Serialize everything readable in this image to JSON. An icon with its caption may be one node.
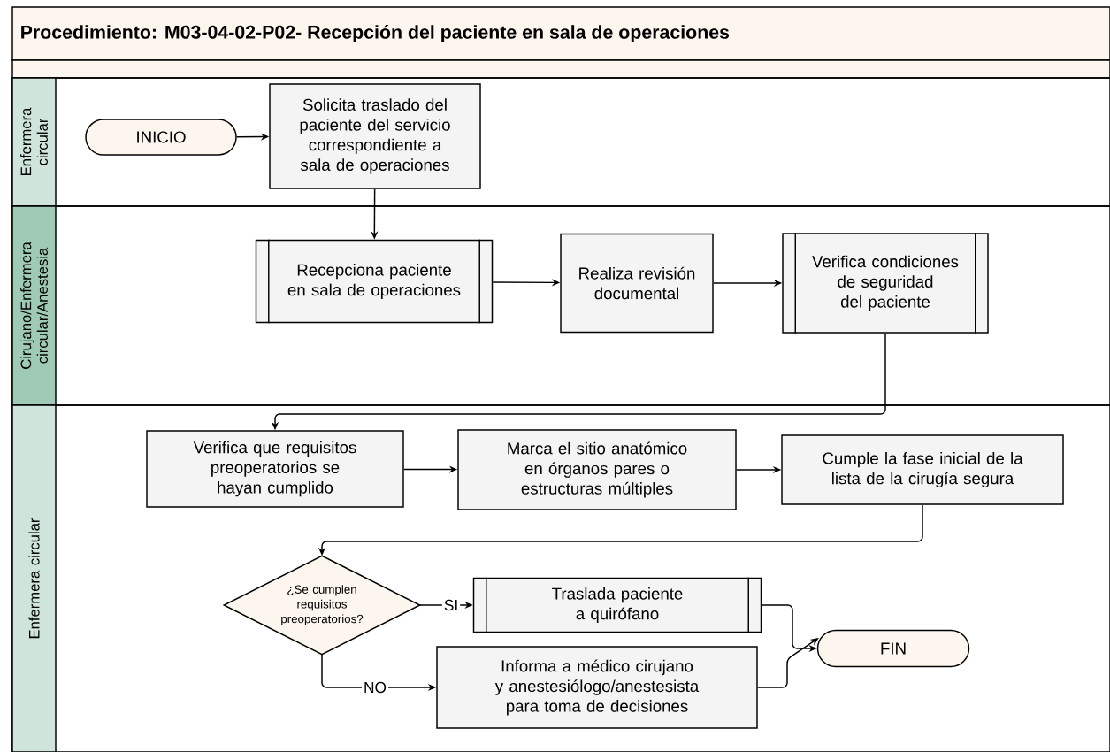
{
  "diagram": {
    "title": "Procedimiento: M03-04-02-P02- Recepción del paciente en sala de operaciones",
    "nodes": [
      {
        "text": [
          "Enfermera circular"
        ]
      },
      {
        "text": [
          "INICIO"
        ],
        "in": 0
      },
      {
        "text": [
          "Solicita traslado del paciente del servicio correspondiente a sala de operaciones"
        ],
        "in": 0
      },
      {
        "text": [
          "Cirujano/Enfermera circular/Anestesia"
        ]
      },
      {
        "text": [
          "Recepciona paciente en sala de operaciones"
        ],
        "in": 3
      },
      {
        "text": [
          "Realiza revisión documental"
        ],
        "in": 3
      },
      {
        "text": [
          "Verifica condiciones de seguridad del paciente"
        ],
        "in": 3
      },
      {
        "text": [
          "Enfermera circular"
        ]
      },
      {
        "text": [
          "Verifica que requisitos preoperatorios se hayan cumplido"
        ],
        "in": 7
      },
      {
        "text": [
          "Marca el sitio anatómico en órganos pares o estructuras múltiples"
        ],
        "in": 7
      },
      {
        "text": [
          "Cumple la fase inicial de la lista de la cirugía segura"
        ],
        "in": 7
      },
      {
        "text": [
          "¿Se cumplen requisitos preoperatorios?"
        ],
        "in": 7
      },
      {
        "text": [
          "Traslada paciente a quirófano"
        ],
        "in": 7
      },
      {
        "text": [
          "Informa a médico cirujano y anestesiólogo/anestesista para toma de decisiones"
        ],
        "in": 7
      },
      {
        "text": [
          "FIN"
        ],
        "in": 7
      }
    ],
    "edges": [
      {
        "from": 1,
        "to": 2,
        "arrow": "to"
      },
      {
        "from": 2,
        "to": 4,
        "arrow": "to"
      },
      {
        "from": 4,
        "to": 5,
        "arrow": "to"
      },
      {
        "from": 5,
        "to": 6,
        "arrow": "to"
      },
      {
        "from": 6,
        "to": 8,
        "arrow": "to"
      },
      {
        "from": 8,
        "to": 9,
        "arrow": "to"
      },
      {
        "from": 9,
        "to": 10,
        "arrow": "to"
      },
      {
        "from": 10,
        "to": 11,
        "arrow": "to"
      },
      {
        "from": 11,
        "to": 12,
        "arrow": "to",
        "label": "SI"
      },
      {
        "from": 11,
        "to": 13,
        "arrow": "to",
        "label": "NO"
      },
      {
        "from": 12,
        "to": 14,
        "arrow": "to"
      },
      {
        "from": 13,
        "to": 14,
        "arrow": "to"
      }
    ]
  }
}
